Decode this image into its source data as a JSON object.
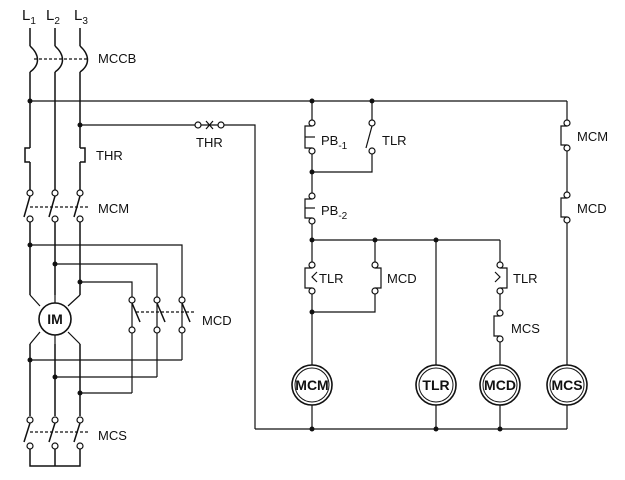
{
  "phases": {
    "l1": {
      "letter": "L",
      "sub": "1"
    },
    "l2": {
      "letter": "L",
      "sub": "2"
    },
    "l3": {
      "letter": "L",
      "sub": "3"
    }
  },
  "labels": {
    "mccb": "MCCB",
    "thr_power": "THR",
    "mcm_power": "MCM",
    "mcd_power": "MCD",
    "mcs_power": "MCS",
    "motor": "IM",
    "thr_control": "THR",
    "pb1": {
      "text": "PB",
      "sub": "-1"
    },
    "pb2": {
      "text": "PB",
      "sub": "-2"
    },
    "tlr_hold": "TLR",
    "tlr_nc": "TLR",
    "mcd_interlock": "MCD",
    "tlr_no": "TLR",
    "mcs_interlock": "MCS",
    "mcm_aux": "MCM",
    "mcd_aux": "MCD"
  },
  "coils": {
    "mcm": "MCM",
    "tlr": "TLR",
    "mcd": "MCD",
    "mcs": "MCS"
  }
}
